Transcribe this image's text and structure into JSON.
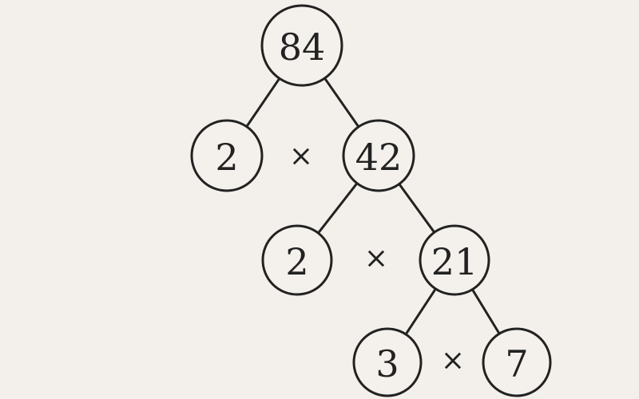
{
  "tree": {
    "nodes": [
      {
        "id": "n84",
        "label": "84"
      },
      {
        "id": "n2a",
        "label": "2"
      },
      {
        "id": "n42",
        "label": "42"
      },
      {
        "id": "n2b",
        "label": "2"
      },
      {
        "id": "n21",
        "label": "21"
      },
      {
        "id": "n3",
        "label": "3"
      },
      {
        "id": "n7",
        "label": "7"
      }
    ],
    "edges": [
      [
        "n84",
        "n2a"
      ],
      [
        "n84",
        "n42"
      ],
      [
        "n42",
        "n2b"
      ],
      [
        "n42",
        "n21"
      ],
      [
        "n21",
        "n3"
      ],
      [
        "n21",
        "n7"
      ]
    ],
    "operators": [
      "×",
      "×",
      "×"
    ]
  },
  "colors": {
    "background": "#f3efea",
    "ink": "#222222"
  }
}
